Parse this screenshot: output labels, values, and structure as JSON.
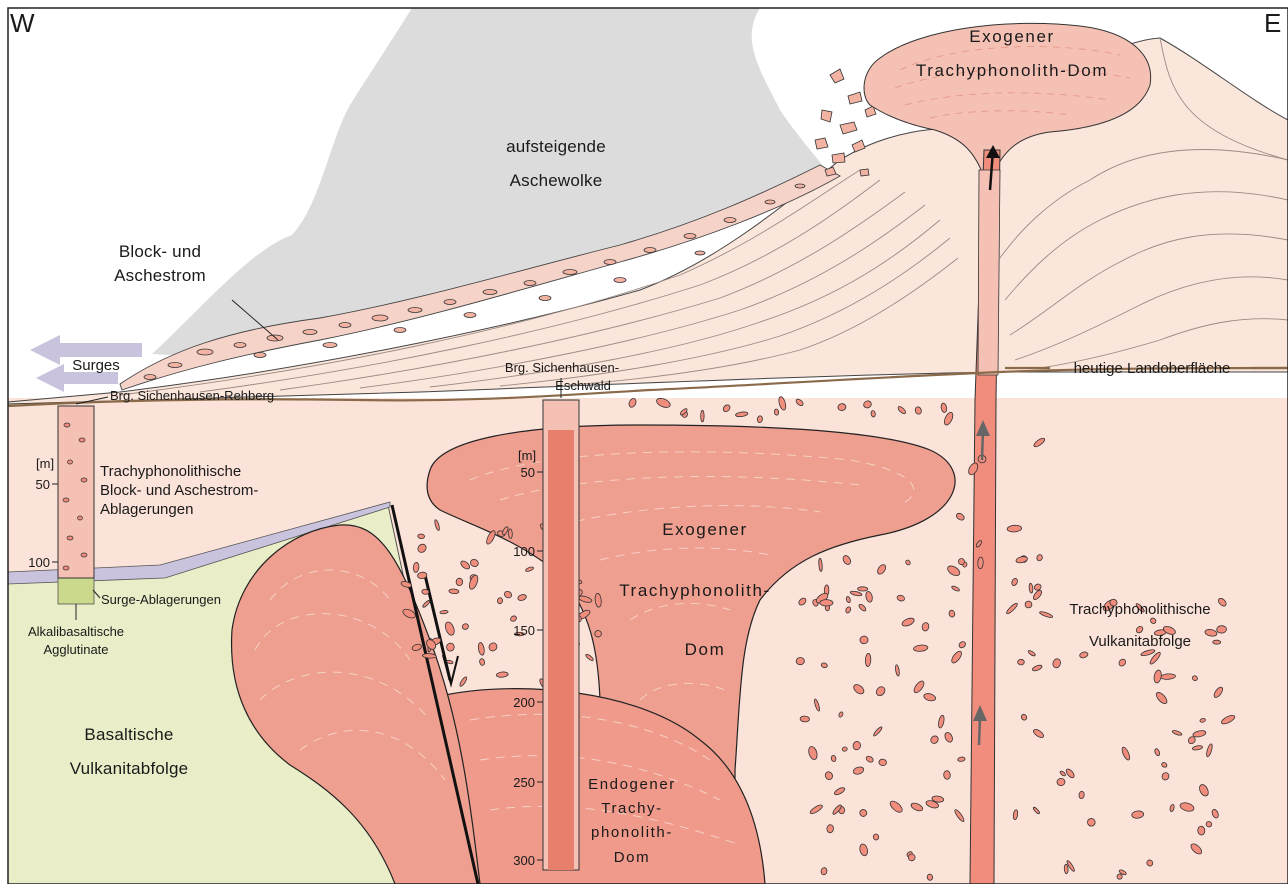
{
  "orientation": {
    "west": "W",
    "east": "E"
  },
  "labels": {
    "exo_dome_top_1": "Exogener",
    "exo_dome_top_2": "Trachyphonolith-Dom",
    "ash_cloud_1": "aufsteigende",
    "ash_cloud_2": "Aschewolke",
    "block_flow_1": "Block- und",
    "block_flow_2": "Aschestrom",
    "surges": "Surges",
    "borehole_rehberg": "Brg. Sichenhausen-Rehberg",
    "borehole_eschwald_1": "Brg. Sichenhausen-",
    "borehole_eschwald_2": "Eschwald",
    "land_surface": "heutige Landoberfläche",
    "deposits_1": "Trachyphonolithische",
    "deposits_2": "Block- und Aschestrom-",
    "deposits_3": "Ablagerungen",
    "surge_deposits": "Surge-Ablagerungen",
    "agglutinate_1": "Alkalibasaltische",
    "agglutinate_2": "Agglutinate",
    "basalt_1": "Basaltische",
    "basalt_2": "Vulkanitabfolge",
    "exo_dome_mid_1": "Exogener",
    "exo_dome_mid_2": "Trachyphonolith-",
    "exo_dome_mid_3": "Dom",
    "endo_dome_1": "Endogener",
    "endo_dome_2": "Trachy-",
    "endo_dome_3": "phonolith-",
    "endo_dome_4": "Dom",
    "volc_seq_1": "Trachyphonolithische",
    "volc_seq_2": "Vulkanitabfolge"
  },
  "borehole_left_scale": {
    "unit": "[m]",
    "ticks": [
      "50",
      "100"
    ]
  },
  "borehole_right_scale": {
    "unit": "[m]",
    "ticks": [
      "50",
      "100",
      "150",
      "200",
      "250",
      "300"
    ]
  },
  "colors": {
    "ash_cloud": "#dcdcdc",
    "flow_pink": "#f6d3c8",
    "volcano_light": "#fbe6dc",
    "subsurface_pink": "#fbe3d9",
    "dome_salmon": "#ee9f8f",
    "dome_mid": "#f2b3a3",
    "basalt_green": "#e9eec8",
    "agglutinate": "#cbd98c",
    "surge_layer": "#c9c3dd",
    "conduit": "#e77f6d",
    "surface_line": "#8b6a4a",
    "outline": "#222222",
    "arrow_lavender": "#c9c3dd"
  }
}
